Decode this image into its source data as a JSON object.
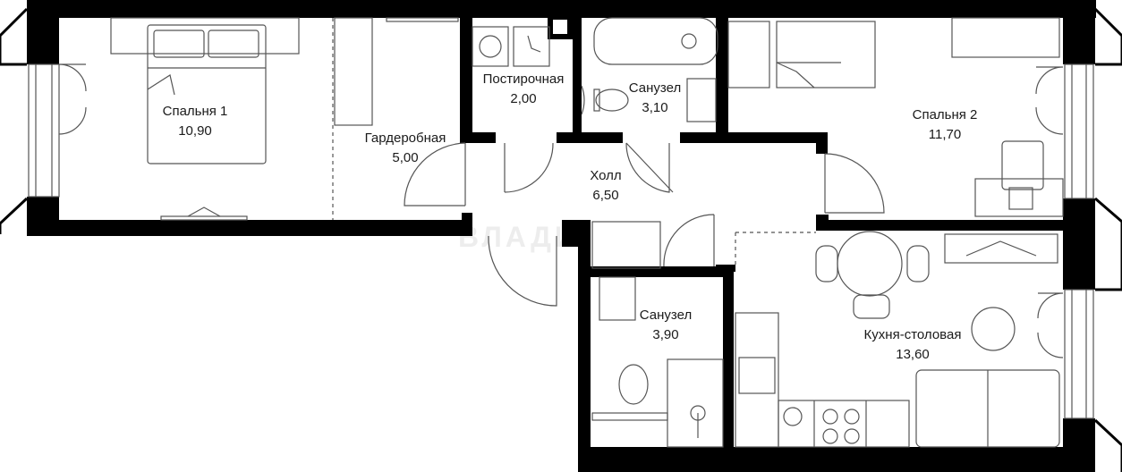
{
  "rooms": [
    {
      "id": "bedroom-1",
      "name": "Спальня 1",
      "area": "10,90"
    },
    {
      "id": "wardrobe",
      "name": "Гардеробная",
      "area": "5,00"
    },
    {
      "id": "laundry",
      "name": "Постирочная",
      "area": "2,00"
    },
    {
      "id": "bathroom-1",
      "name": "Санузел",
      "area": "3,10"
    },
    {
      "id": "bedroom-2",
      "name": "Спальня 2",
      "area": "11,70"
    },
    {
      "id": "hall",
      "name": "Холл",
      "area": "6,50"
    },
    {
      "id": "bathroom-2",
      "name": "Санузел",
      "area": "3,90"
    },
    {
      "id": "kitchen-dining",
      "name": "Кухня-столовая",
      "area": "13,60"
    }
  ],
  "watermark": "ВЛАДИ",
  "colors": {
    "wall": "#000000",
    "furniture": "#555555",
    "background": "#ffffff"
  }
}
